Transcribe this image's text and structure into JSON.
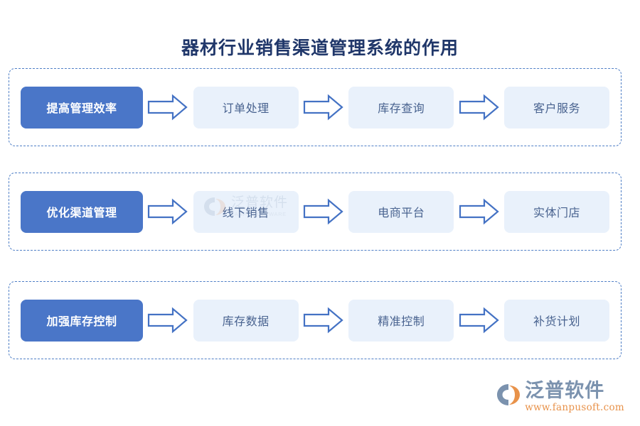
{
  "title": "器材行业销售渠道管理系统的作用",
  "colors": {
    "title_text": "#20376a",
    "primary_box_bg": "#4a76c8",
    "primary_box_text": "#ffffff",
    "secondary_box_bg": "#e9f1fb",
    "secondary_box_text": "#48628f",
    "arrow_stroke": "#4472c4",
    "dashed_border": "#4f7fc6",
    "logo_cn_text": "#7b92ae",
    "logo_url_text": "#e8924a",
    "logo_accent": "#e8924a",
    "page_bg": "#ffffff"
  },
  "rows": [
    {
      "primary": "提高管理效率",
      "steps": [
        "订单处理",
        "库存查询",
        "客户服务"
      ]
    },
    {
      "primary": "优化渠道管理",
      "steps": [
        "线下销售",
        "电商平台",
        "实体门店"
      ]
    },
    {
      "primary": "加强库存控制",
      "steps": [
        "库存数据",
        "精准控制",
        "补货计划"
      ]
    }
  ],
  "watermark": {
    "cn": "泛普软件",
    "en": "FANPU SOFTWARE"
  },
  "logo": {
    "cn": "泛普软件",
    "url": "www.fanpusoft.com"
  },
  "icons": {
    "arrow": "right-block-arrow-icon",
    "logo_mark": "fanpu-swoosh-logo-icon",
    "watermark_mark": "fanpu-swoosh-watermark-icon"
  }
}
